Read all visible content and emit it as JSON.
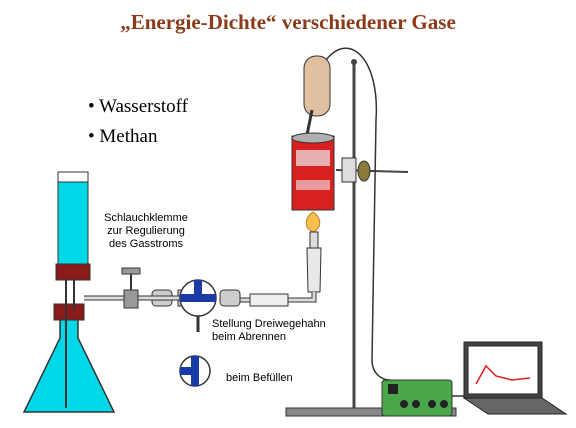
{
  "title": "„Energie-Dichte“ verschiedener Gase",
  "bullets": [
    "• Wasserstoff",
    "• Methan"
  ],
  "labels": {
    "clamp": [
      "Schlauchklemme",
      "zur Regulierung",
      "des Gasstroms"
    ],
    "valve_burn": [
      "Stellung Dreiwegehahn",
      "beim Abrennen"
    ],
    "valve_fill": "beim Befüllen"
  },
  "colors": {
    "title": "#8b3a1a",
    "water": "#00d8e8",
    "stopper": "#8b1a1a",
    "valve_blue": "#1a3aa8",
    "can_red": "#d82020",
    "flame": "#f8c050",
    "device_green": "#4aa84a",
    "screen_curve": "#e01818"
  }
}
